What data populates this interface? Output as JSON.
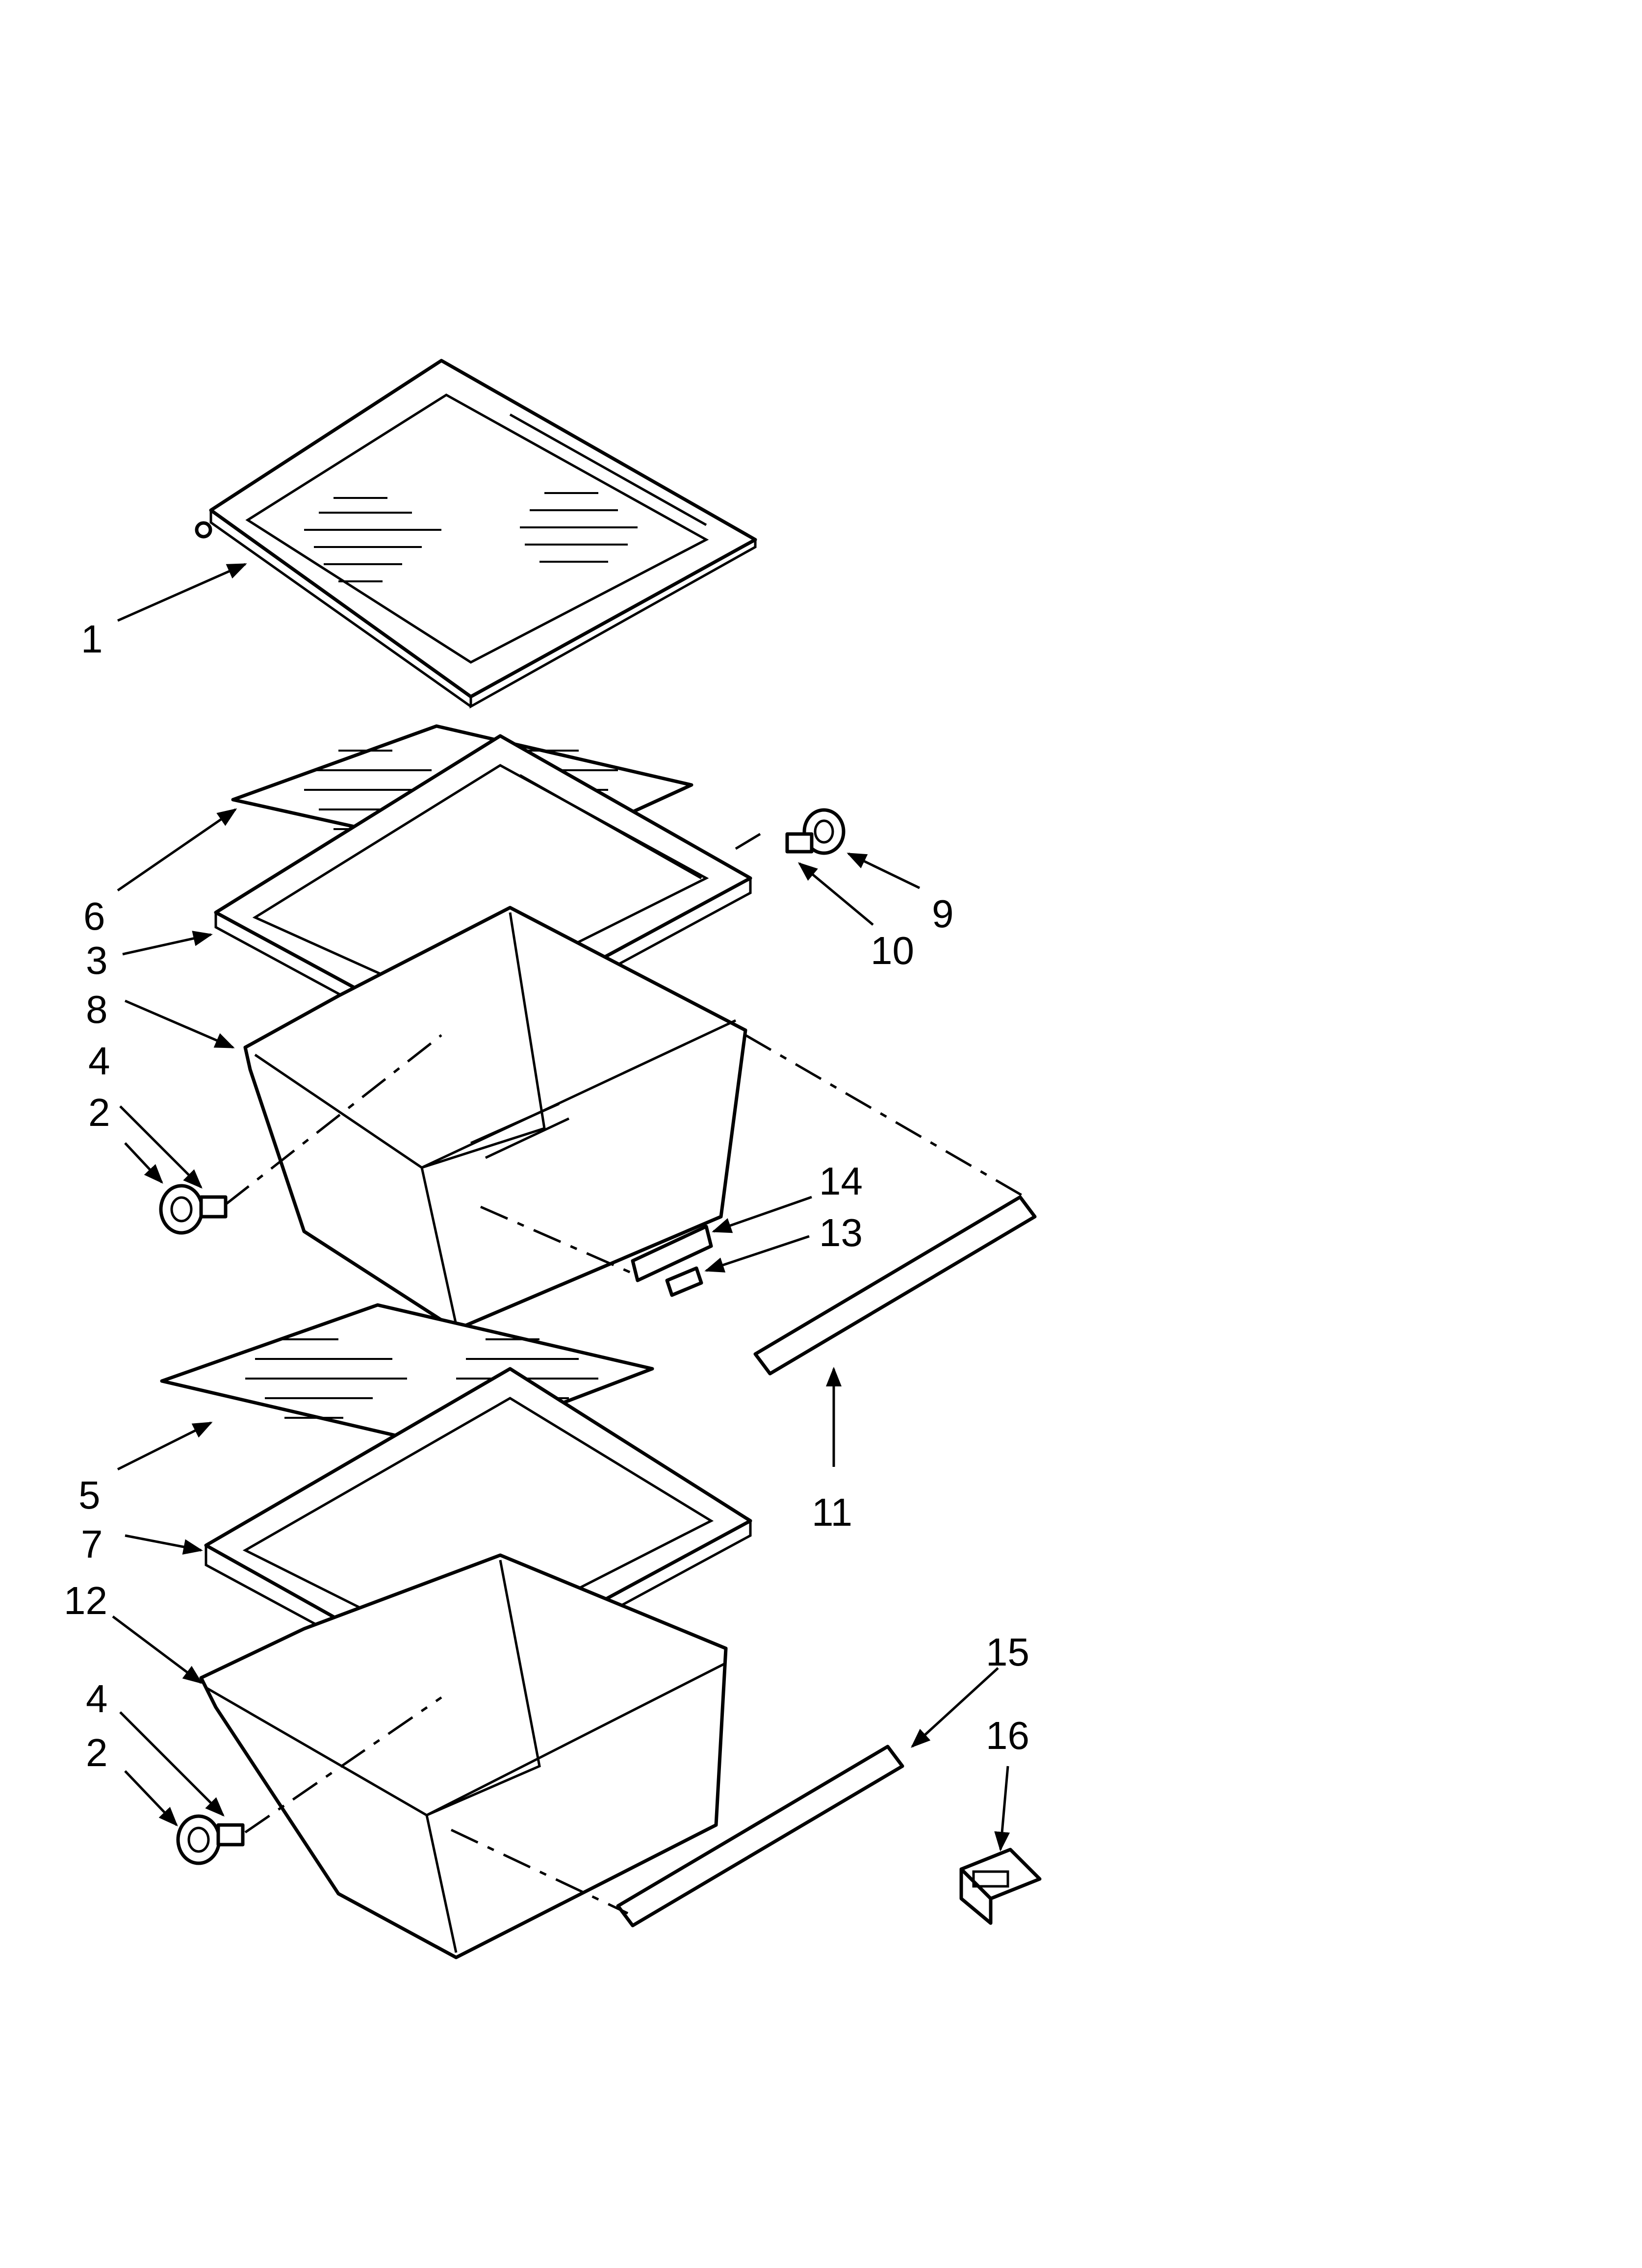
{
  "callouts": {
    "c1": "1",
    "c6": "6",
    "c3": "3",
    "c8": "8",
    "c4a": "4",
    "c2a": "2",
    "c9": "9",
    "c10": "10",
    "c14": "14",
    "c13": "13",
    "c11": "11",
    "c5": "5",
    "c7": "7",
    "c12": "12",
    "c4b": "4",
    "c2b": "2",
    "c15": "15",
    "c16": "16"
  },
  "colors": {
    "line": "#000000",
    "background": "#ffffff"
  }
}
